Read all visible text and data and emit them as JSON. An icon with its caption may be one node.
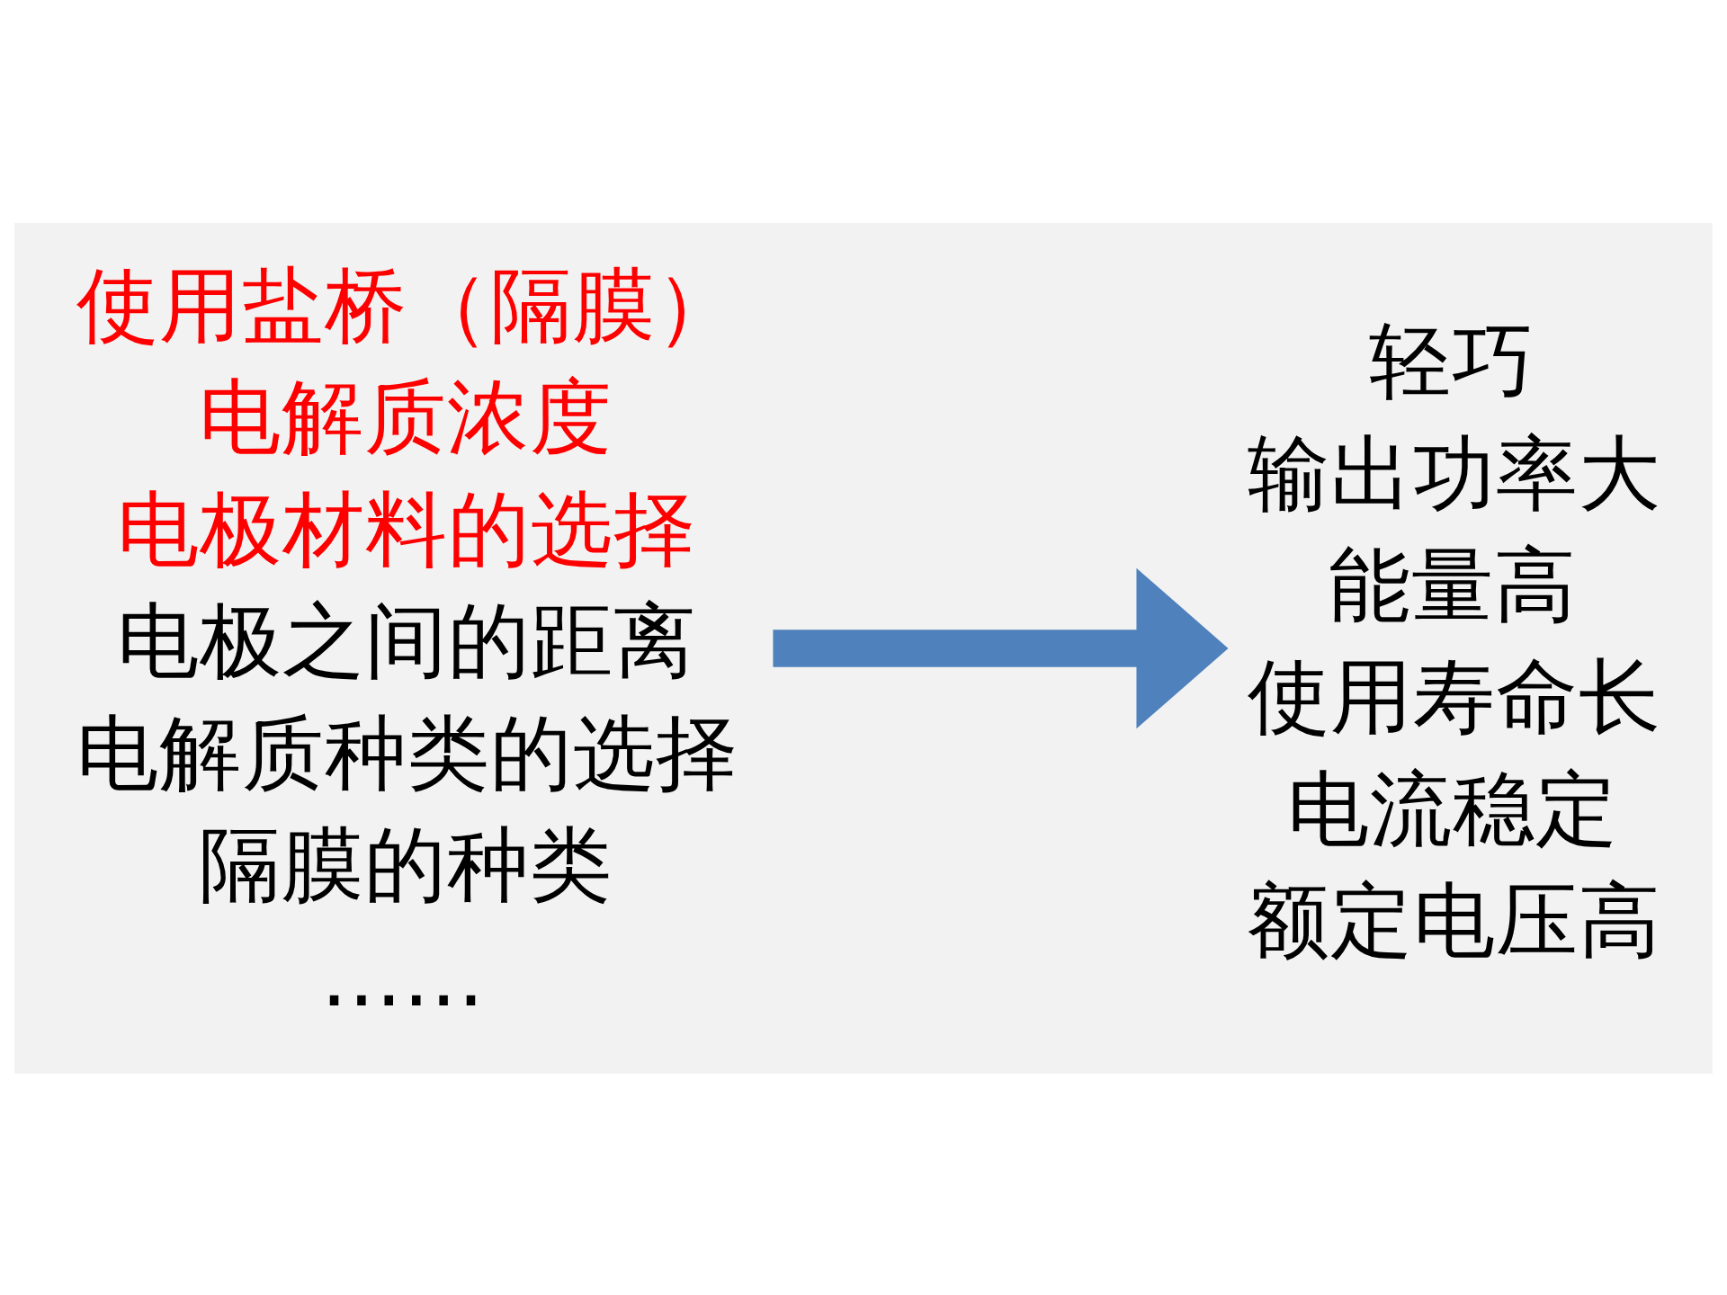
{
  "diagram": {
    "nodes": [
      {
        "text": [
          "使用盐桥（隔膜）",
          "电解质浓度",
          "电极材料的选择",
          "电极之间的距离",
          "电解质种类的选择",
          "隔膜的种类",
          "……"
        ]
      },
      {
        "text": [
          "轻巧",
          "输出功率大",
          "能量高",
          "使用寿命长",
          "电流稳定",
          "额定电压高"
        ]
      }
    ],
    "edges": [
      {
        "from": 0,
        "to": 1,
        "arrow": "to",
        "color": "#4f81bd"
      }
    ]
  }
}
